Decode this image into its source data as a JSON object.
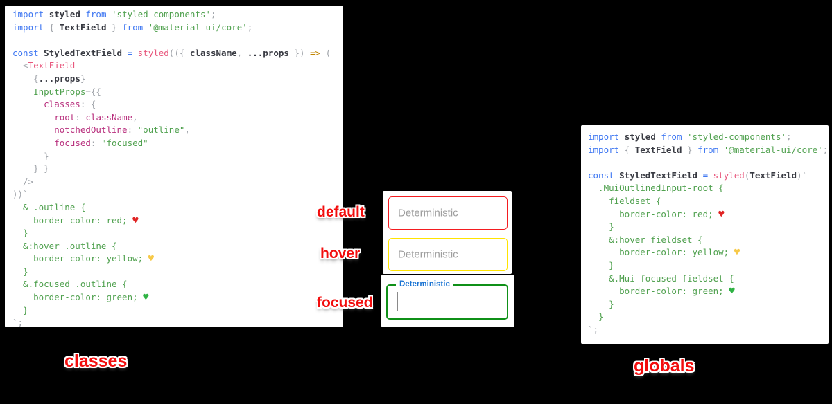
{
  "colors": {
    "page_background": "#000000",
    "panel_background": "#ffffff",
    "default_border": "#f41c20",
    "hover_border": "#ffe400",
    "focused_border": "#0f9018",
    "focused_label_blue": "#1973d3",
    "placeholder_gray": "#9e9e9e",
    "red_label": "#f20d0d",
    "syntax_keyword_blue": "#4078f2",
    "syntax_string_green": "#50a14f",
    "syntax_function_pink": "#e8567c",
    "syntax_key_magenta": "#b82f7d",
    "syntax_arrow_orange": "#c18401",
    "syntax_punct_gray": "#a0a4aa"
  },
  "captions": {
    "left": "classes",
    "right": "globals"
  },
  "state_labels": {
    "default": "default",
    "hover": "hover",
    "focused": "focused"
  },
  "textfields": {
    "fields": [
      {
        "state": "default",
        "placeholder": "Deterministic",
        "border_color": "red"
      },
      {
        "state": "hover",
        "placeholder": "Deterministic",
        "border_color": "yellow"
      },
      {
        "state": "focused",
        "label": "Deterministic",
        "border_color": "green"
      }
    ]
  },
  "classes_code": {
    "lines": [
      [
        {
          "c": "kw",
          "t": "import "
        },
        {
          "c": "id",
          "t": "styled "
        },
        {
          "c": "kw",
          "t": "from "
        },
        {
          "c": "str",
          "t": "'styled-components'"
        },
        {
          "c": "pun",
          "t": ";"
        }
      ],
      [
        {
          "c": "kw",
          "t": "import "
        },
        {
          "c": "pun",
          "t": "{ "
        },
        {
          "c": "id",
          "t": "TextField "
        },
        {
          "c": "pun",
          "t": "} "
        },
        {
          "c": "kw",
          "t": "from "
        },
        {
          "c": "str",
          "t": "'@material-ui/core'"
        },
        {
          "c": "pun",
          "t": ";"
        }
      ],
      [],
      [
        {
          "c": "kw",
          "t": "const "
        },
        {
          "c": "id",
          "t": "StyledTextField "
        },
        {
          "c": "kw",
          "t": "= "
        },
        {
          "c": "fn",
          "t": "styled"
        },
        {
          "c": "pun",
          "t": "(({ "
        },
        {
          "c": "id",
          "t": "className"
        },
        {
          "c": "pun",
          "t": ", "
        },
        {
          "c": "id",
          "t": "...props "
        },
        {
          "c": "pun",
          "t": "}) "
        },
        {
          "c": "op",
          "t": "=> "
        },
        {
          "c": "pun",
          "t": "("
        }
      ],
      [
        {
          "c": "pun",
          "t": "  <"
        },
        {
          "c": "tag",
          "t": "TextField"
        }
      ],
      [
        {
          "c": "pun",
          "t": "    {"
        },
        {
          "c": "id",
          "t": "...props"
        },
        {
          "c": "pun",
          "t": "}"
        }
      ],
      [
        {
          "c": "pun",
          "t": "    "
        },
        {
          "c": "attr",
          "t": "InputProps"
        },
        {
          "c": "pun",
          "t": "={{"
        }
      ],
      [
        {
          "c": "pun",
          "t": "      "
        },
        {
          "c": "key",
          "t": "classes"
        },
        {
          "c": "pun",
          "t": ": {"
        }
      ],
      [
        {
          "c": "pun",
          "t": "        "
        },
        {
          "c": "key",
          "t": "root"
        },
        {
          "c": "pun",
          "t": ": "
        },
        {
          "c": "key",
          "t": "className"
        },
        {
          "c": "pun",
          "t": ","
        }
      ],
      [
        {
          "c": "pun",
          "t": "        "
        },
        {
          "c": "key",
          "t": "notchedOutline"
        },
        {
          "c": "pun",
          "t": ": "
        },
        {
          "c": "str",
          "t": "\"outline\""
        },
        {
          "c": "pun",
          "t": ","
        }
      ],
      [
        {
          "c": "pun",
          "t": "        "
        },
        {
          "c": "key",
          "t": "focused"
        },
        {
          "c": "pun",
          "t": ": "
        },
        {
          "c": "str",
          "t": "\"focused\""
        }
      ],
      [
        {
          "c": "pun",
          "t": "      }"
        }
      ],
      [
        {
          "c": "pun",
          "t": "    } }"
        }
      ],
      [
        {
          "c": "pun",
          "t": "  />"
        }
      ],
      [
        {
          "c": "pun",
          "t": "))`"
        }
      ],
      [
        {
          "c": "css",
          "t": "  & .outline {"
        }
      ],
      [
        {
          "c": "css",
          "t": "    border-color: red; "
        },
        {
          "c": "heart-red",
          "t": "♥"
        }
      ],
      [
        {
          "c": "css",
          "t": "  }"
        }
      ],
      [
        {
          "c": "css",
          "t": "  &:hover .outline {"
        }
      ],
      [
        {
          "c": "css",
          "t": "    border-color: yellow; "
        },
        {
          "c": "heart-yellow",
          "t": "♥"
        }
      ],
      [
        {
          "c": "css",
          "t": "  }"
        }
      ],
      [
        {
          "c": "css",
          "t": "  &.focused .outline {"
        }
      ],
      [
        {
          "c": "css",
          "t": "    border-color: green; "
        },
        {
          "c": "heart-green",
          "t": "♥"
        }
      ],
      [
        {
          "c": "css",
          "t": "  }"
        }
      ],
      [
        {
          "c": "pun",
          "t": "`;"
        }
      ]
    ]
  },
  "globals_code": {
    "lines": [
      [
        {
          "c": "kw",
          "t": "import "
        },
        {
          "c": "id",
          "t": "styled "
        },
        {
          "c": "kw",
          "t": "from "
        },
        {
          "c": "str",
          "t": "'styled-components'"
        },
        {
          "c": "pun",
          "t": ";"
        }
      ],
      [
        {
          "c": "kw",
          "t": "import "
        },
        {
          "c": "pun",
          "t": "{ "
        },
        {
          "c": "id",
          "t": "TextField "
        },
        {
          "c": "pun",
          "t": "} "
        },
        {
          "c": "kw",
          "t": "from "
        },
        {
          "c": "str",
          "t": "'@material-ui/core'"
        },
        {
          "c": "pun",
          "t": ";"
        }
      ],
      [],
      [
        {
          "c": "kw",
          "t": "const "
        },
        {
          "c": "id",
          "t": "StyledTextField "
        },
        {
          "c": "kw",
          "t": "= "
        },
        {
          "c": "fn",
          "t": "styled"
        },
        {
          "c": "pun",
          "t": "("
        },
        {
          "c": "id",
          "t": "TextField"
        },
        {
          "c": "pun",
          "t": ")`"
        }
      ],
      [
        {
          "c": "css",
          "t": "  .MuiOutlinedInput-root {"
        }
      ],
      [
        {
          "c": "css",
          "t": "    fieldset {"
        }
      ],
      [
        {
          "c": "css",
          "t": "      border-color: red; "
        },
        {
          "c": "heart-red",
          "t": "♥"
        }
      ],
      [
        {
          "c": "css",
          "t": "    }"
        }
      ],
      [
        {
          "c": "css",
          "t": "    &:hover fieldset {"
        }
      ],
      [
        {
          "c": "css",
          "t": "      border-color: yellow; "
        },
        {
          "c": "heart-yellow",
          "t": "♥"
        }
      ],
      [
        {
          "c": "css",
          "t": "    }"
        }
      ],
      [
        {
          "c": "css",
          "t": "    &.Mui-focused fieldset {"
        }
      ],
      [
        {
          "c": "css",
          "t": "      border-color: green; "
        },
        {
          "c": "heart-green",
          "t": "♥"
        }
      ],
      [
        {
          "c": "css",
          "t": "    }"
        }
      ],
      [
        {
          "c": "css",
          "t": "  }"
        }
      ],
      [
        {
          "c": "pun",
          "t": "`;"
        }
      ]
    ]
  }
}
